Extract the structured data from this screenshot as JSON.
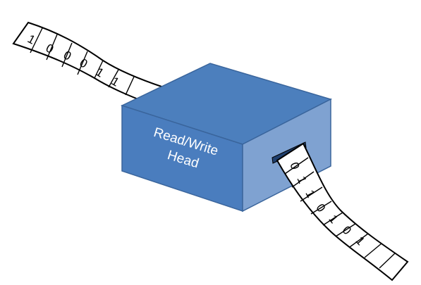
{
  "head": {
    "label_line1": "Read/Write",
    "label_line2": "Head"
  },
  "input_tape": {
    "digits": [
      "1",
      "0",
      "0",
      "0",
      "1",
      "1"
    ]
  },
  "output_tape": {
    "digits": [
      "0",
      "1",
      "1",
      "0",
      "1",
      "0",
      "1"
    ]
  },
  "colors": {
    "box_front": "#4A7DBE",
    "box_top": "#4C7FBD",
    "box_side": "#7FA2D1",
    "box_edge": "#3A659C",
    "slot": "#1F3F6E",
    "tape": "#FFFFFF",
    "tape_outline": "#000000"
  }
}
